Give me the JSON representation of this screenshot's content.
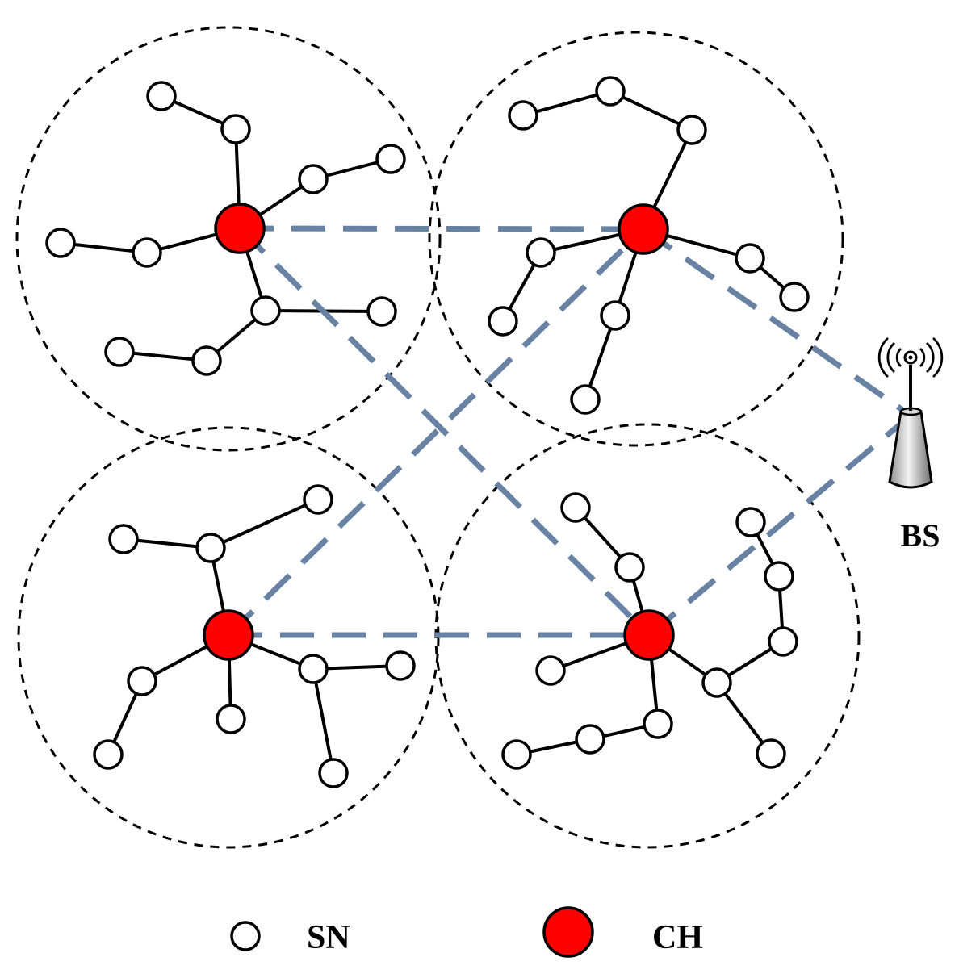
{
  "labels": {
    "base_station": "BS",
    "legend_sn": "SN",
    "legend_ch": "CH"
  },
  "icons": {
    "base_station": "antenna-tower-icon"
  },
  "colors": {
    "cluster_head_fill": "#ff0000",
    "sensor_node_fill": "#ffffff",
    "route_line": "#6882a4",
    "outline": "#000000"
  }
}
